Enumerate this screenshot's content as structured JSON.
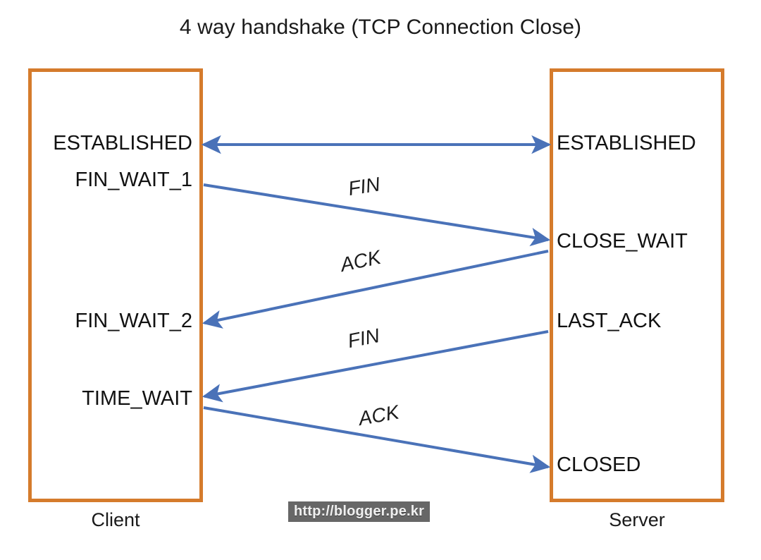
{
  "title": "4 way handshake (TCP Connection Close)",
  "colors": {
    "lifeline_border": "#D57B2C",
    "arrow": "#4A72B8",
    "text": "#111111",
    "watermark_background": "#676767",
    "watermark_text": "#f0f0f0",
    "page_background": "#ffffff"
  },
  "endpoints": {
    "client": {
      "caption": "Client"
    },
    "server": {
      "caption": "Server"
    }
  },
  "states": {
    "client": [
      {
        "id": "established",
        "label": "ESTABLISHED"
      },
      {
        "id": "fin_wait_1",
        "label": "FIN_WAIT_1"
      },
      {
        "id": "fin_wait_2",
        "label": "FIN_WAIT_2"
      },
      {
        "id": "time_wait",
        "label": "TIME_WAIT"
      }
    ],
    "server": [
      {
        "id": "established",
        "label": "ESTABLISHED"
      },
      {
        "id": "close_wait",
        "label": "CLOSE_WAIT"
      },
      {
        "id": "last_ack",
        "label": "LAST_ACK"
      },
      {
        "id": "closed",
        "label": "CLOSED"
      }
    ]
  },
  "messages": [
    {
      "id": "connection",
      "label": "",
      "direction": "bidirectional",
      "from": "client",
      "to": "server"
    },
    {
      "id": "fin_1",
      "label": "FIN",
      "direction": "client-to-server",
      "from": "client",
      "to": "server"
    },
    {
      "id": "ack_1",
      "label": "ACK",
      "direction": "server-to-client",
      "from": "server",
      "to": "client"
    },
    {
      "id": "fin_2",
      "label": "FIN",
      "direction": "server-to-client",
      "from": "server",
      "to": "client"
    },
    {
      "id": "ack_2",
      "label": "ACK",
      "direction": "client-to-server",
      "from": "client",
      "to": "server"
    }
  ],
  "watermark": {
    "text": "http://blogger.pe.kr"
  }
}
